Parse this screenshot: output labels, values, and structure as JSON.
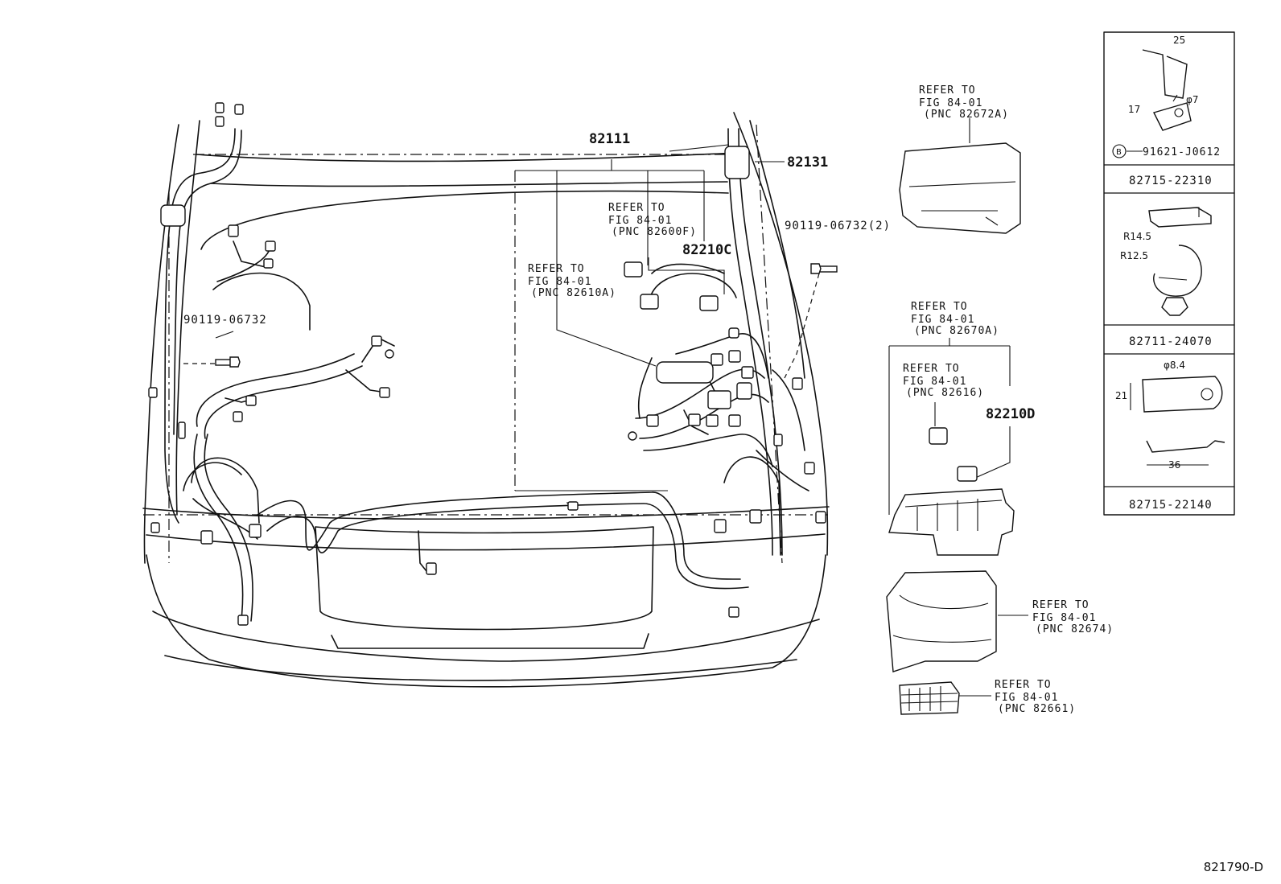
{
  "callouts": {
    "p82111": "82111",
    "p82131": "82131",
    "p82210c": "82210C",
    "p82210d": "82210D",
    "bolt_left": "90119-06732",
    "bolt_right": "90119-06732(2)"
  },
  "refs": [
    {
      "line1": "REFER TO",
      "line2": "FIG 84-01",
      "line3": "(PNC 82672A)"
    },
    {
      "line1": "REFER TO",
      "line2": "FIG 84-01",
      "line3": "(PNC 82600F)"
    },
    {
      "line1": "REFER TO",
      "line2": "FIG 84-01",
      "line3": "(PNC 82610A)"
    },
    {
      "line1": "REFER TO",
      "line2": "FIG 84-01",
      "line3": "(PNC 82670A)"
    },
    {
      "line1": "REFER TO",
      "line2": "FIG 84-01",
      "line3": "(PNC 82616)"
    },
    {
      "line1": "REFER TO",
      "line2": "FIG 84-01",
      "line3": "(PNC 82674)"
    },
    {
      "line1": "REFER TO",
      "line2": "FIG 84-01",
      "line3": "(PNC 82661)"
    }
  ],
  "panel": {
    "clip1": {
      "dim_a": "25",
      "dim_b": "17",
      "dim_c": "φ7",
      "marker": "B",
      "part": "91621-J0612"
    },
    "part_a": "82715-22310",
    "clip2": {
      "dim_a": "R14.5",
      "dim_b": "R12.5"
    },
    "part_b": "82711-24070",
    "clip3": {
      "dim_a": "φ8.4",
      "dim_b": "21",
      "dim_c": "36"
    },
    "part_c": "82715-22140"
  },
  "diagram_code": "821790-D"
}
